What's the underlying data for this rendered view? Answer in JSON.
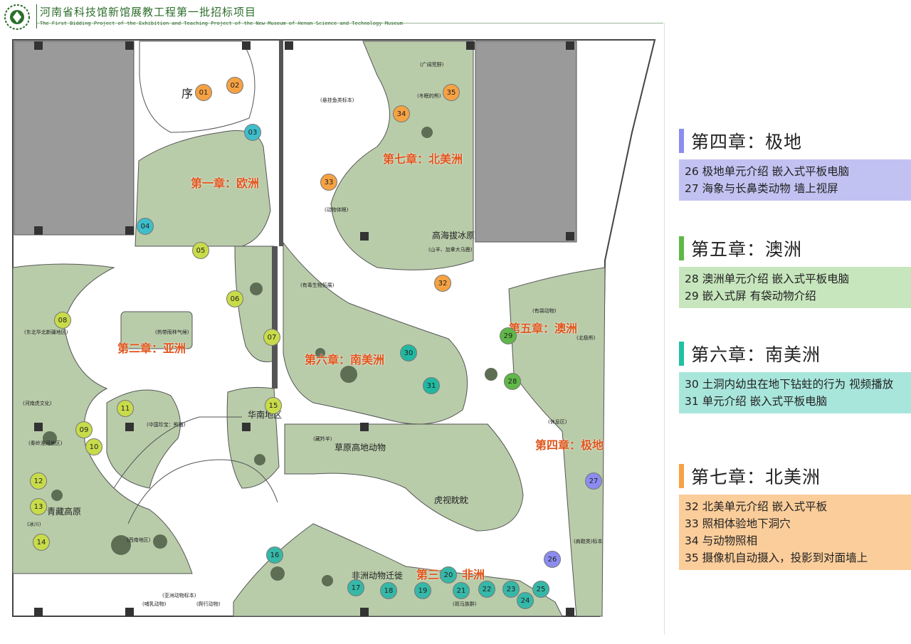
{
  "header": {
    "title_zh": "河南省科技馆新馆展教工程第一批招标项目",
    "title_en": "The First Bidding Project of the Exhibition and Teaching Project of the New Museum of Henan Science and Technology Museum"
  },
  "map": {
    "chapter_labels": {
      "ch1": "第一章：欧洲",
      "ch2": "第二章：亚洲",
      "ch3": "第三章：非洲",
      "ch4": "第四章：极地",
      "ch5": "第五章：澳洲",
      "ch6": "第六章：南美洲",
      "ch7": "第七章：北美洲"
    },
    "area_labels": {
      "prologue": "序",
      "qinghai": "青藏高原",
      "huanan": "华南地区",
      "grassland": "草原高地动物",
      "tiger": "虎视眈眈",
      "plateau": "高海拔冰原",
      "migration": "非洲动物迁徙"
    },
    "zone_labels": {
      "z1": "(悬挂鱼类标本)",
      "z2": "(动物体眼)",
      "z3": "(有毒生物拓展)",
      "z4": "(热带雨林气候)",
      "z5": "(东北华北新疆地区)",
      "z6": "(河南虎文化)",
      "z7": "(秦岭淮河地区)",
      "z8": "(冰川)",
      "z9": "(西南地区)",
      "z10": "(亚洲动物标本)",
      "z11": "(哺乳动物)",
      "z12": "(爬行动物)",
      "z13": "(有袋动物)",
      "z14": "(北极熊)",
      "z15": "(休息区)",
      "z16": "(肩鞋类)标本",
      "z17": "(冬眠的熊)",
      "z18": "(广阔荒野)",
      "z19": "(山羊、加拿大马鹿)",
      "z20": "(中国珍宝：熊猫)",
      "z21": "(藏羚羊)",
      "z22": "(斑马族群)"
    },
    "markers": [
      {
        "id": "01",
        "color": "#f6a243"
      },
      {
        "id": "02",
        "color": "#f6a243"
      },
      {
        "id": "03",
        "color": "#3ebecb"
      },
      {
        "id": "04",
        "color": "#3ebecb"
      },
      {
        "id": "05",
        "color": "#c8dc4a"
      },
      {
        "id": "06",
        "color": "#c8dc4a"
      },
      {
        "id": "07",
        "color": "#c8dc4a"
      },
      {
        "id": "08",
        "color": "#c8dc4a"
      },
      {
        "id": "09",
        "color": "#c8dc4a"
      },
      {
        "id": "10",
        "color": "#c8dc4a"
      },
      {
        "id": "11",
        "color": "#c8dc4a"
      },
      {
        "id": "12",
        "color": "#c8dc4a"
      },
      {
        "id": "13",
        "color": "#c8dc4a"
      },
      {
        "id": "14",
        "color": "#c8dc4a"
      },
      {
        "id": "15",
        "color": "#c8dc4a"
      },
      {
        "id": "16",
        "color": "#36b8a8"
      },
      {
        "id": "17",
        "color": "#36b8a8"
      },
      {
        "id": "18",
        "color": "#36b8a8"
      },
      {
        "id": "19",
        "color": "#36b8a8"
      },
      {
        "id": "20",
        "color": "#36b8a8"
      },
      {
        "id": "21",
        "color": "#36b8a8"
      },
      {
        "id": "22",
        "color": "#36b8a8"
      },
      {
        "id": "23",
        "color": "#36b8a8"
      },
      {
        "id": "24",
        "color": "#36b8a8"
      },
      {
        "id": "25",
        "color": "#36b8a8"
      },
      {
        "id": "26",
        "color": "#8c8cf0"
      },
      {
        "id": "27",
        "color": "#8c8cf0"
      },
      {
        "id": "28",
        "color": "#5fb848"
      },
      {
        "id": "29",
        "color": "#5fb848"
      },
      {
        "id": "30",
        "color": "#20b8a0"
      },
      {
        "id": "31",
        "color": "#20b8a0"
      },
      {
        "id": "32",
        "color": "#f6a243"
      },
      {
        "id": "33",
        "color": "#f6a243"
      },
      {
        "id": "34",
        "color": "#f6a243"
      },
      {
        "id": "35",
        "color": "#f6a243"
      }
    ]
  },
  "legend": [
    {
      "title": "第四章：极地",
      "bar_color": "#8c8cf0",
      "box_color": "#c2c2f2",
      "items": [
        "26 极地单元介绍 嵌入式平板电脑",
        "27 海象与长鼻类动物 墙上视屏"
      ]
    },
    {
      "title": "第五章：澳洲",
      "bar_color": "#5fb848",
      "box_color": "#c7e6bd",
      "items": [
        "28 澳洲单元介绍 嵌入式平板电脑",
        "29 嵌入式屏 有袋动物介绍"
      ]
    },
    {
      "title": "第六章：南美洲",
      "bar_color": "#20c0a4",
      "box_color": "#a8e6dc",
      "items": [
        "30 土洞内幼虫在地下钻蛀的行为 视频播放",
        "31 单元介绍 嵌入式平板电脑"
      ]
    },
    {
      "title": "第七章：北美洲",
      "bar_color": "#f6a243",
      "box_color": "#fbcd9a",
      "items": [
        "32 北美单元介绍 嵌入式平板",
        "33 照相体验地下洞穴",
        "34 与动物照相",
        "35 摄像机自动摄入，投影到对面墙上"
      ]
    }
  ]
}
